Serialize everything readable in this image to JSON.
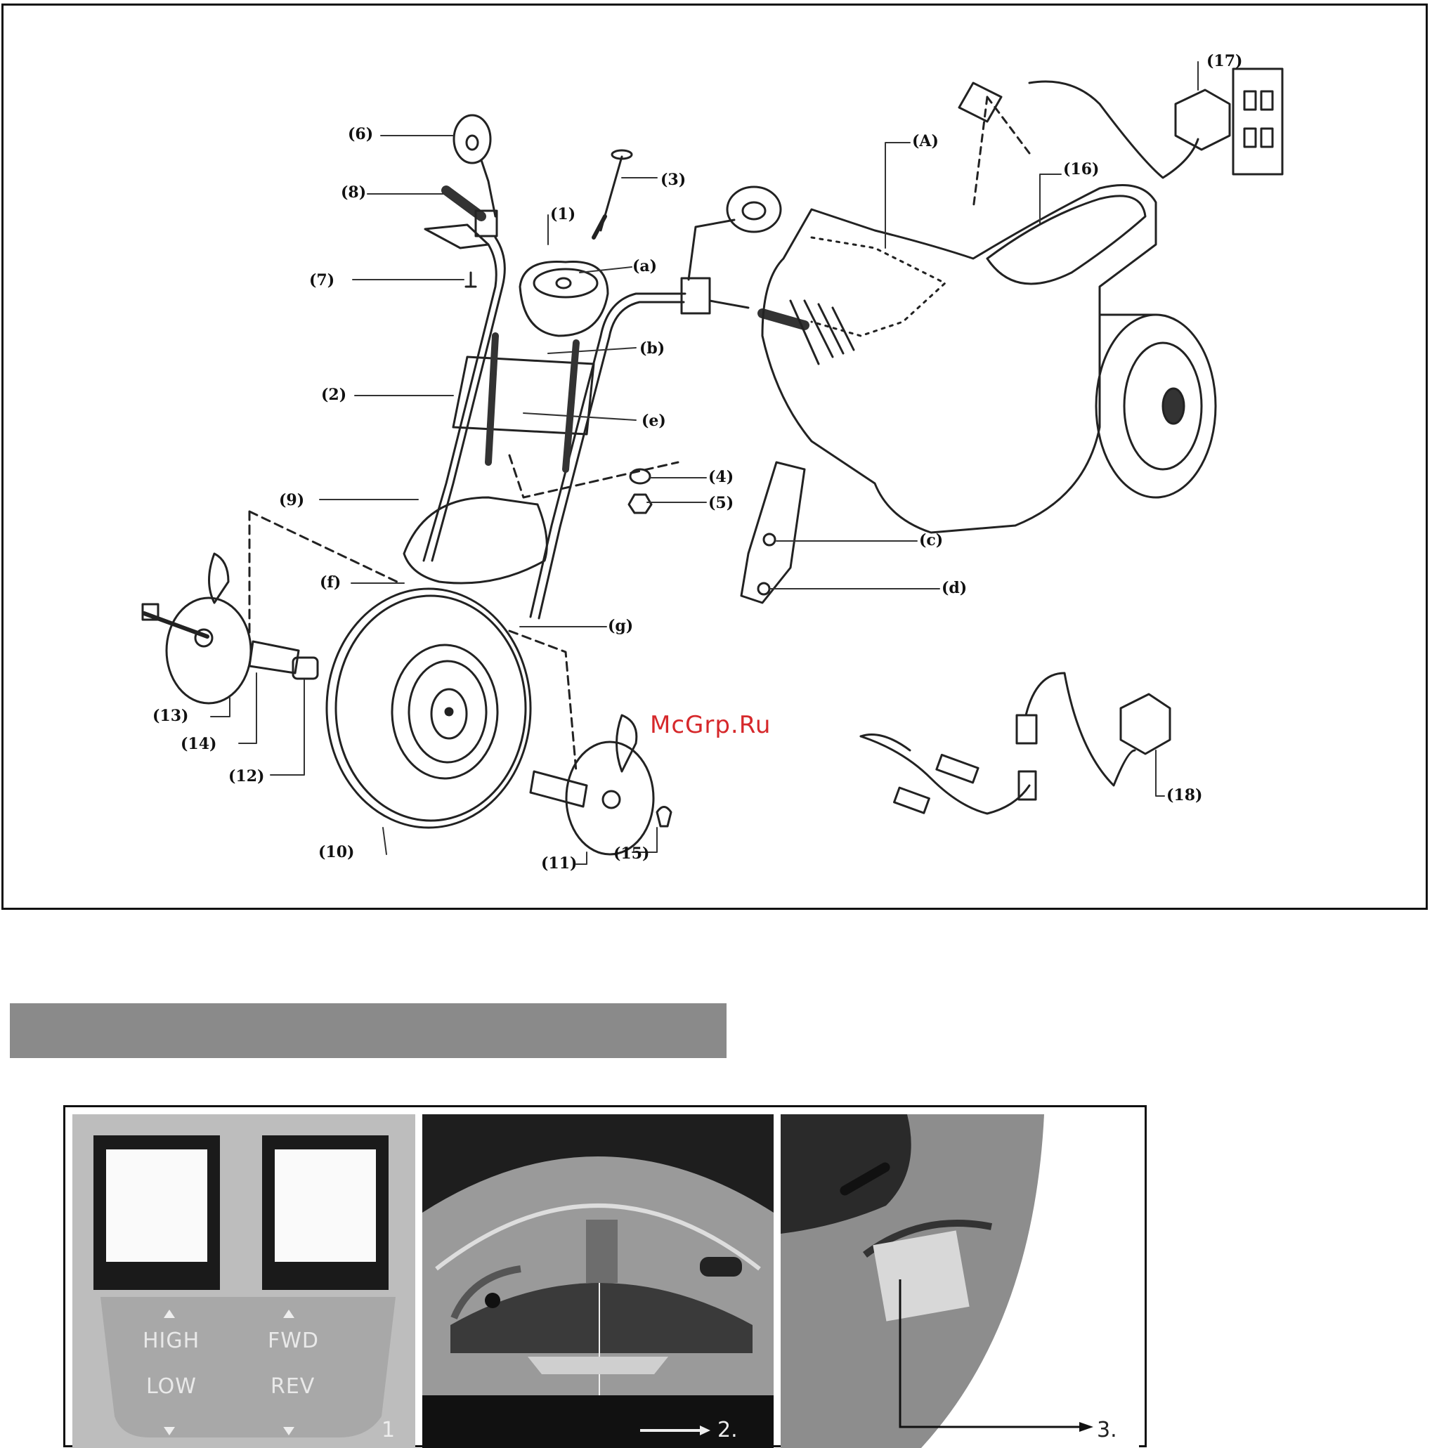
{
  "diagram": {
    "callouts": {
      "c6": "(6)",
      "c8": "(8)",
      "c7": "(7)",
      "c3": "(3)",
      "c1": "(1)",
      "ca": "(a)",
      "cb": "(b)",
      "c2": "(2)",
      "ce": "(e)",
      "c4": "(4)",
      "c5": "(5)",
      "c9": "(9)",
      "cf": "(f)",
      "cg": "(g)",
      "c13": "(13)",
      "c14": "(14)",
      "c12": "(12)",
      "c10": "(10)",
      "c11": "(11)",
      "c15": "(15)",
      "cA": "(A)",
      "c16": "(16)",
      "c17": "(17)",
      "cc": "(c)",
      "cd": "(d)",
      "c18": "(18)"
    },
    "watermark": "McGrp.Ru"
  },
  "photos": {
    "p1": {
      "num": "1",
      "high": "HIGH",
      "low": "LOW",
      "fwd": "FWD",
      "rev": "REV"
    },
    "p2": {
      "num": "2."
    },
    "p3": {
      "num": "3."
    }
  },
  "colors": {
    "watermark": "#d6282b",
    "section_bar": "#8a8a8a"
  }
}
